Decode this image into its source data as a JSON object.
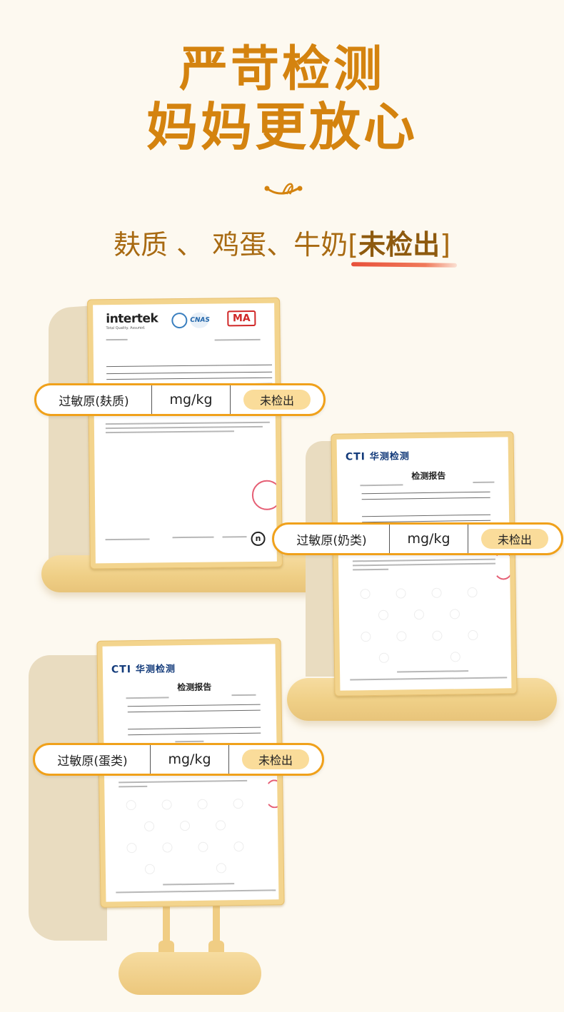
{
  "header": {
    "title_line1": "严苛检测",
    "title_line2": "妈妈更放心",
    "decoration_icon": "smile-swirl-icon",
    "subtitle_prefix": "麸质 、 鸡蛋、牛奶[",
    "subtitle_highlight": "未检出",
    "subtitle_suffix": "]",
    "accent_color": "#d4830f",
    "underline_color": "#e8503a"
  },
  "reports": [
    {
      "lab_logo": "intertek",
      "lab_tagline": "Total Quality. Assured.",
      "cert_marks": [
        "CNAS",
        "MA"
      ],
      "result": {
        "allergen": "过敏原(麸质)",
        "unit": "mg/kg",
        "status": "未检出"
      }
    },
    {
      "lab_logo": "CTI",
      "lab_name_cn": "华测检测",
      "report_title": "检测报告",
      "result": {
        "allergen": "过敏原(奶类)",
        "unit": "mg/kg",
        "status": "未检出"
      }
    },
    {
      "lab_logo": "CTI",
      "lab_name_cn": "华测检测",
      "report_title": "检测报告",
      "result": {
        "allergen": "过敏原(蛋类)",
        "unit": "mg/kg",
        "status": "未检出"
      }
    }
  ],
  "colors": {
    "background": "#fdf9f0",
    "pill_border": "#f0a11b",
    "badge_fill": "#fadc9a",
    "wood": "#f3d48d"
  }
}
